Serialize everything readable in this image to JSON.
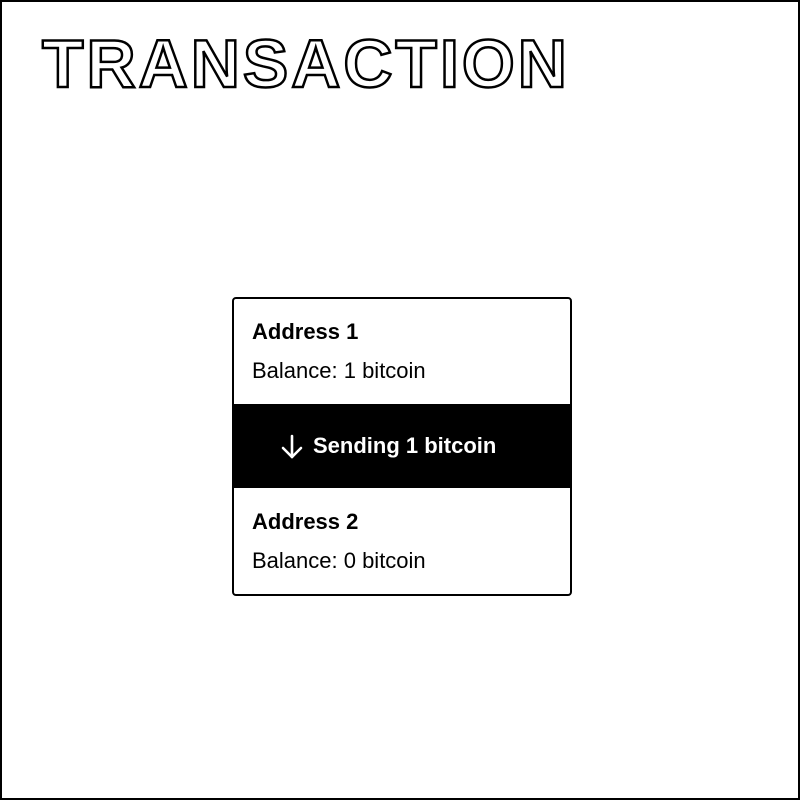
{
  "title": "TRANSACTION",
  "sender": {
    "name": "Address 1",
    "balance": "Balance: 1 bitcoin"
  },
  "transfer": {
    "label": "Sending 1 bitcoin",
    "icon": "arrow-down-icon"
  },
  "receiver": {
    "name": "Address 2",
    "balance": "Balance: 0 bitcoin"
  },
  "colors": {
    "ink": "#000000",
    "paper": "#ffffff"
  }
}
